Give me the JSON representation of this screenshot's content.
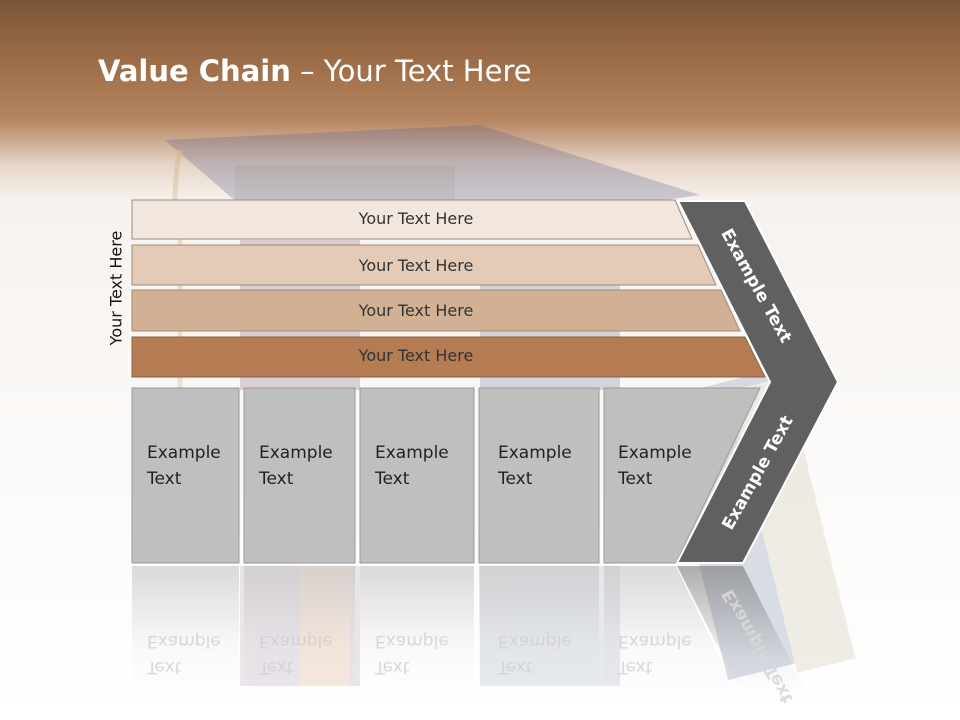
{
  "title": {
    "bold": "Value Chain",
    "rest": " – Your Text Here"
  },
  "side_label": "Your Text Here",
  "bars": [
    "Your Text Here",
    "Your Text Here",
    "Your Text Here",
    "Your Text Here"
  ],
  "cells": [
    {
      "line1": "Example",
      "line2": "Text"
    },
    {
      "line1": "Example",
      "line2": "Text"
    },
    {
      "line1": "Example",
      "line2": "Text"
    },
    {
      "line1": "Example",
      "line2": "Text"
    },
    {
      "line1": "Example",
      "line2": "Text"
    }
  ],
  "chevron": {
    "upper": "Example Text",
    "lower": "Example Text"
  },
  "colors": {
    "bar1": "#f1e7df",
    "bar2": "#e3cbb7",
    "bar3": "#d2b094",
    "bar4": "#b57c54",
    "cell": "#bfbfbf",
    "chevron": "#606060"
  }
}
